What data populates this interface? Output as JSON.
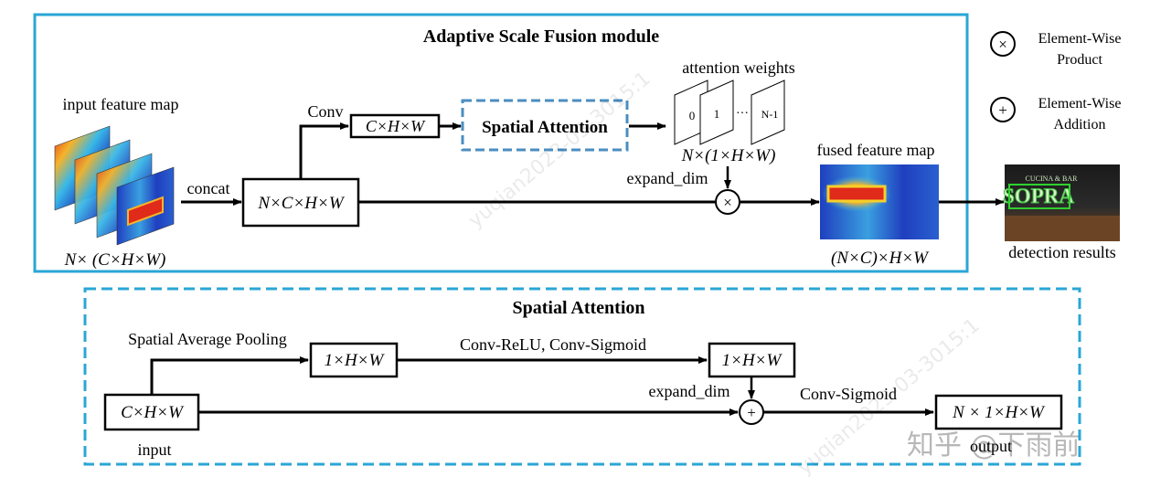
{
  "asf": {
    "title": "Adaptive Scale Fusion module",
    "input_label": "input feature map",
    "input_dims": "N× (C×H×W)",
    "concat_label": "concat",
    "stack_box": "N×C×H×W",
    "conv_label": "Conv",
    "conv_box": "C×H×W",
    "spatial_attention_box": "Spatial Attention",
    "attention_weights_label": "attention weights",
    "weight_slices": [
      "0",
      "1",
      "N-1"
    ],
    "weight_ellipsis": "···",
    "weights_dims": "N×(1×H×W)",
    "expand_dim_label": "expand_dim",
    "fused_label": "fused feature map",
    "fused_dims": "(N×C)×H×W",
    "detection_label": "detection results",
    "detection_sign": "SOPRA",
    "detection_sign_top": "CUCINA & BAR"
  },
  "legend": {
    "product_symbol": "×",
    "product_label_line1": "Element-Wise",
    "product_label_line2": "Product",
    "addition_symbol": "+",
    "addition_label_line1": "Element-Wise",
    "addition_label_line2": "Addition"
  },
  "sa": {
    "title": "Spatial Attention",
    "input_box": "C×H×W",
    "input_label": "input",
    "pooling_label": "Spatial Average Pooling",
    "pool_box": "1×H×W",
    "conv_relu_label": "Conv-ReLU, Conv-Sigmoid",
    "sig_box": "1×H×W",
    "expand_dim_label": "expand_dim",
    "conv_sigmoid_label": "Conv-Sigmoid",
    "output_box": "N × 1×H×W",
    "output_label": "output"
  },
  "watermarks": [
    "yuqian2023-03-3015:1",
    "yuqian2023-03-3015:1",
    "知乎 @下雨前"
  ],
  "colors": {
    "asf_border": "#2aa6d6",
    "sa_border": "#2aa6d6",
    "sa_inner_border": "#4a8ec0",
    "heat_low": "#1f3fbf",
    "heat_mid": "#38b8e8",
    "heat_high": "#e02a1a"
  }
}
